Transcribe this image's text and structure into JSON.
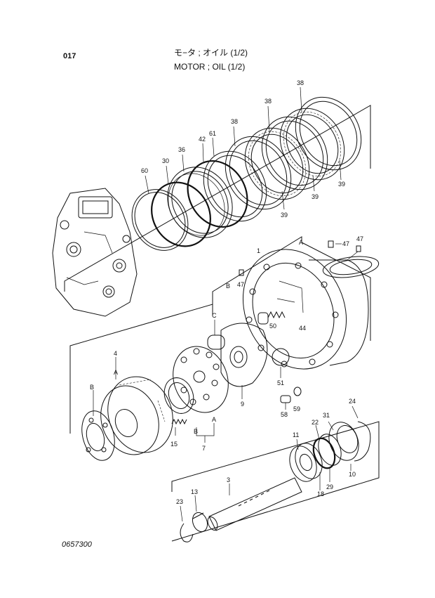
{
  "header": {
    "page_number": "017",
    "title_jp": "モ−タ ; オイル (1/2)",
    "title_en": "MOTOR ; OIL (1/2)"
  },
  "figure_number": "0657300",
  "callouts": {
    "c38a": "38",
    "c38b": "38",
    "c38c": "38",
    "c61": "61",
    "c42": "42",
    "c36": "36",
    "c30": "30",
    "c60": "60",
    "c39a": "39",
    "c39b": "39",
    "c39c": "39",
    "c1": "1",
    "cA1": "A",
    "cB1": "B",
    "c47a": "47",
    "c47b": "47",
    "c47c": "47",
    "c50": "50",
    "c44": "44",
    "cC1": "C",
    "c4": "4",
    "cA2": "A",
    "cB2": "B",
    "c9": "9",
    "c51": "51",
    "c59": "59",
    "c58": "58",
    "c15": "15",
    "cB3": "B",
    "cA3": "A",
    "c7": "7",
    "c24": "24",
    "c31": "31",
    "c22": "22",
    "c11": "11",
    "c29": "29",
    "c18": "18",
    "c10": "10",
    "c3": "3",
    "c13": "13",
    "c23": "23"
  }
}
